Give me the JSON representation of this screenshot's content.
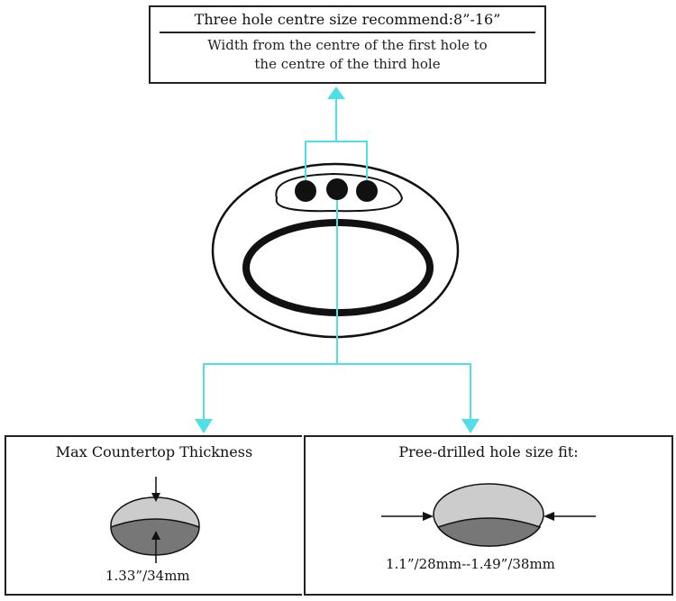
{
  "top_box": {
    "title": "Three hole centre size recommend:8”-16”",
    "description_line1": "Width from the centre of the first hole to",
    "description_line2": "the centre of the third hole"
  },
  "left_box": {
    "title": "Max Countertop Thickness",
    "measurement": "1.33”/34mm"
  },
  "right_box": {
    "title": "Pree-drilled hole size fit:",
    "measurement": "1.1”/28mm--1.49”/38mm"
  },
  "colors": {
    "connector": "#4ee0e6",
    "outline": "#111111",
    "hole_fill": "#111111",
    "disc_light": "#cccccc",
    "disc_dark": "#777777"
  }
}
